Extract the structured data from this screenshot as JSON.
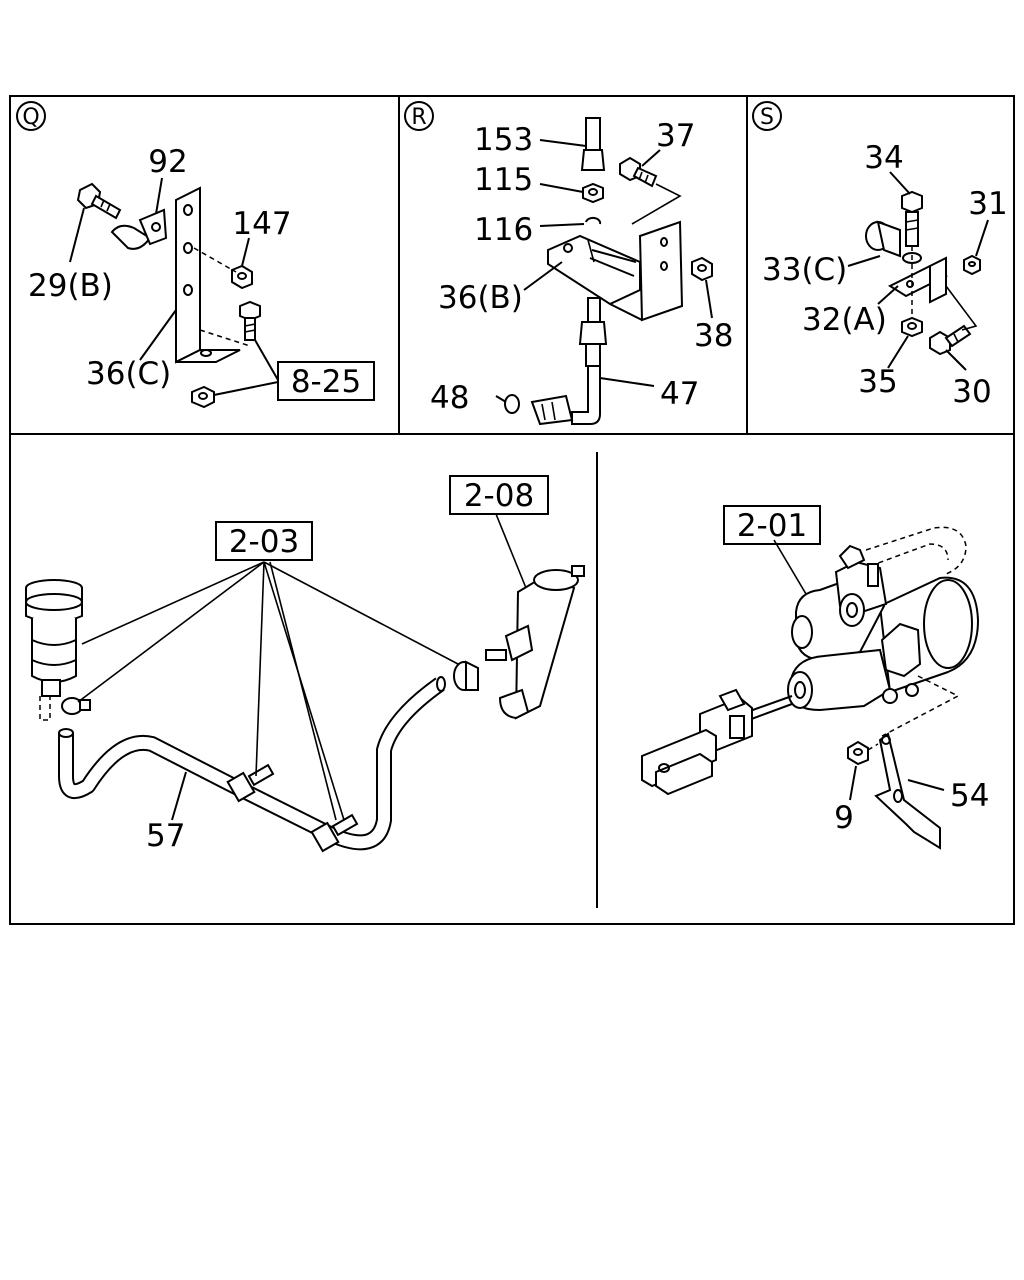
{
  "panels": {
    "q": {
      "marker": "Q",
      "labels": [
        "92",
        "147",
        "29(B)",
        "36(C)"
      ],
      "ref_box": "8-25"
    },
    "r": {
      "marker": "R",
      "labels": [
        "153",
        "37",
        "115",
        "116",
        "36(B)",
        "38",
        "48",
        "47"
      ]
    },
    "s": {
      "marker": "S",
      "labels": [
        "34",
        "31",
        "33(C)",
        "32(A)",
        "35",
        "30"
      ]
    },
    "lower_left": {
      "ref_boxes": [
        "2-03",
        "2-08"
      ],
      "labels": [
        "57"
      ]
    },
    "lower_right": {
      "ref_boxes": [
        "2-01"
      ],
      "labels": [
        "9",
        "54"
      ]
    }
  }
}
